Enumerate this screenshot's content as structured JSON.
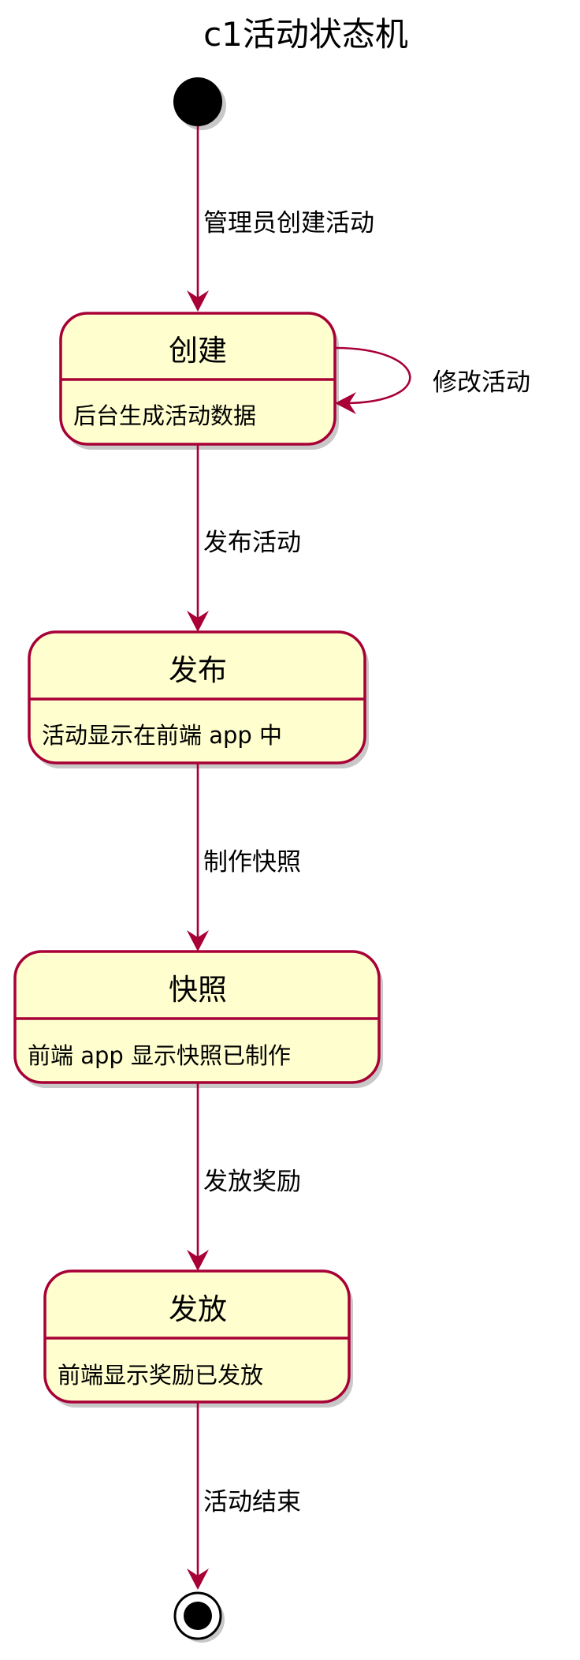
{
  "title": "c1活动状态机",
  "states": [
    {
      "name": "创建",
      "description": "后台生成活动数据"
    },
    {
      "name": "发布",
      "description": "活动显示在前端 app 中"
    },
    {
      "name": "快照",
      "description": "前端 app 显示快照已制作"
    },
    {
      "name": "发放",
      "description": "前端显示奖励已发放"
    }
  ],
  "transitions": [
    {
      "label": "管理员创建活动"
    },
    {
      "label": "修改活动"
    },
    {
      "label": "发布活动"
    },
    {
      "label": "制作快照"
    },
    {
      "label": "发放奖励"
    },
    {
      "label": "活动结束"
    }
  ],
  "colors": {
    "state_fill": "#FEFECE",
    "border": "#A80036",
    "shadow": "#C8C8C8",
    "node": "#000000"
  }
}
